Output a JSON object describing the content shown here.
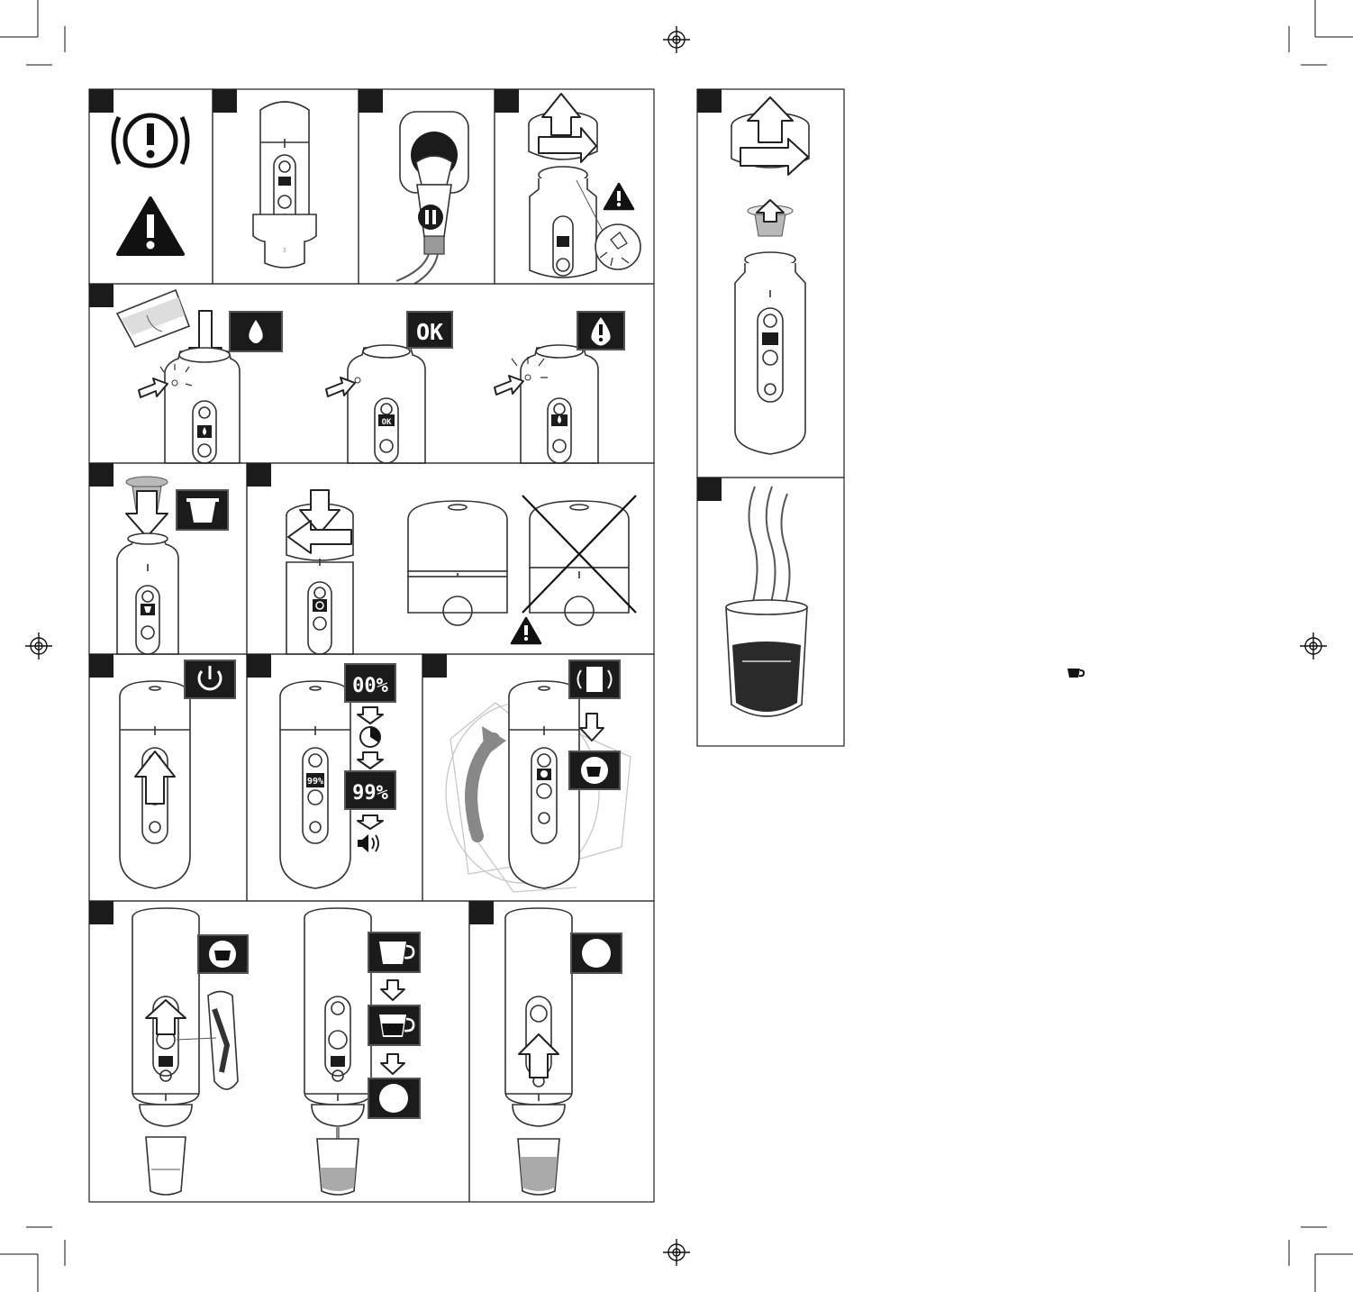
{
  "display": {
    "ok": "OK",
    "start_percent": "00%",
    "end_percent": "99%",
    "small_end_percent": "99%"
  },
  "colors": {
    "ink": "#1b1b1b",
    "coffee": "#2a2a2a",
    "capsule": "#b9b9b9"
  },
  "icons": [
    "caution-circle-icon",
    "warning-triangle-icon",
    "water-drop-icon",
    "water-alert-icon",
    "capsule-icon",
    "power-icon",
    "timer-icon",
    "sound-icon",
    "rotate-icon",
    "cup-icon",
    "espresso-cup-icon",
    "lungo-cup-icon",
    "stop-circle-icon",
    "steaming-cup-icon"
  ]
}
